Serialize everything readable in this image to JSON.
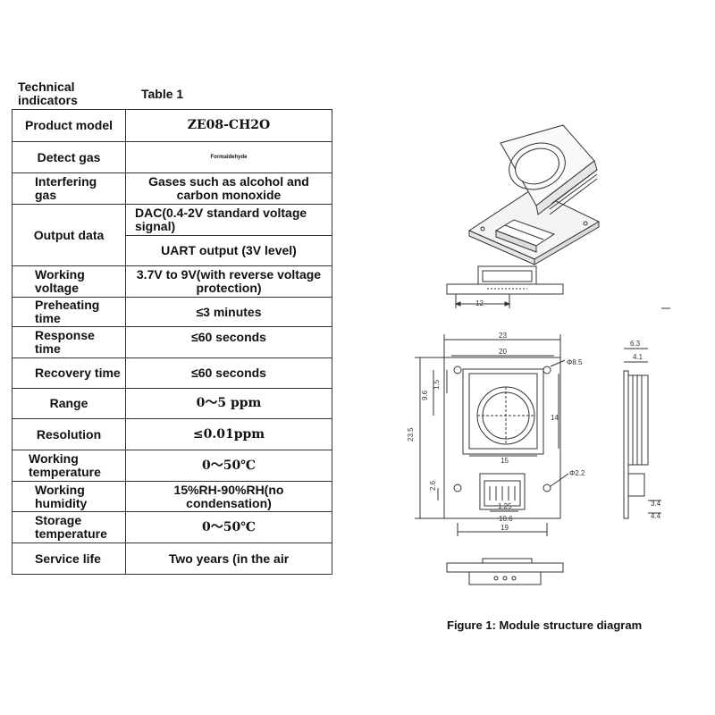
{
  "headings": {
    "left": "Technical indicators",
    "table": "Table 1"
  },
  "spec": {
    "product_model": {
      "label": "Product model",
      "value": "ZE08-CH2O"
    },
    "detect_gas": {
      "label": "Detect gas",
      "value": "Formaldehyde"
    },
    "interfering_gas": {
      "label": "Interfering gas",
      "value": "Gases such as alcohol and carbon monoxide"
    },
    "output_data": {
      "label": "Output data",
      "value_1": "DAC(0.4-2V standard voltage signal)",
      "value_2": "UART output (3V level)"
    },
    "working_voltage": {
      "label": "Working voltage",
      "value": "3.7V to 9V(with reverse voltage protection)"
    },
    "preheating_time": {
      "label": "Preheating time",
      "value": "≤3 minutes"
    },
    "response_time": {
      "label": "Response time",
      "value": "≤60 seconds"
    },
    "recovery_time": {
      "label": "Recovery time",
      "value": "≤60 seconds"
    },
    "range": {
      "label": "Range",
      "value": "0～5 ppm"
    },
    "resolution": {
      "label": "Resolution",
      "value": "≤0.01ppm"
    },
    "working_temperature": {
      "label": "Working temperature",
      "value": "0～50℃"
    },
    "working_humidity": {
      "label": "Working humidity",
      "value": "15%RH-90%RH(no condensation)"
    },
    "storage_temperature": {
      "label": "Storage temperature",
      "value": "0～50℃"
    },
    "service_life": {
      "label": "Service life",
      "value": "Two years (in the air"
    }
  },
  "figure": {
    "caption": "Figure 1: Module structure diagram",
    "dimensions": {
      "d12": "12",
      "d23": "23",
      "d20": "20",
      "d8_5": "Φ8.5",
      "d9_6": "9.6",
      "d1_5": "1.5",
      "d14": "14",
      "d15": "15",
      "d23_5": "23.5",
      "d2_2": "Φ2.2",
      "d2_6": "2.6",
      "d1_25": "1.25",
      "d10_6": "10.6",
      "d19": "19",
      "d6_3": "6.3",
      "d4_1": "4.1",
      "d3_4": "3.4",
      "d4_4": "4.4"
    }
  }
}
